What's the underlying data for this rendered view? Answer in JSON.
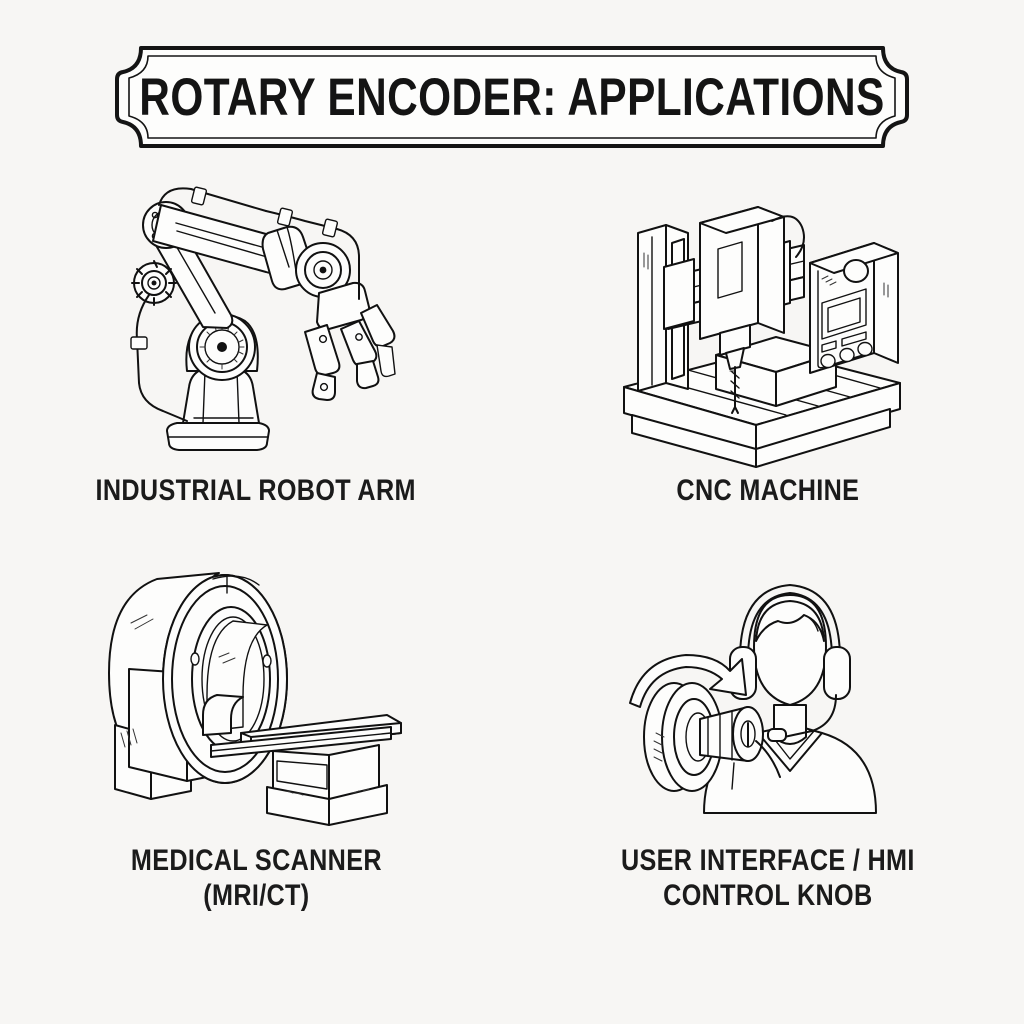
{
  "page": {
    "background_color": "#f7f6f4",
    "ink_color": "#111111",
    "title": "ROTARY ENCODER: APPLICATIONS"
  },
  "banner": {
    "title": "ROTARY ENCODER: APPLICATIONS",
    "style": "notched-corner double-line plaque"
  },
  "items": [
    {
      "id": "industrial-robot-arm",
      "caption_line1": "INDUSTRIAL ROBOT ARM",
      "caption_line2": "",
      "illustration": "industrial-robot-arm-illustration",
      "position": "top-left"
    },
    {
      "id": "cnc-machine",
      "caption_line1": "CNC MACHINE",
      "caption_line2": "",
      "illustration": "cnc-machine-illustration",
      "position": "top-right"
    },
    {
      "id": "medical-scanner",
      "caption_line1": "MEDICAL SCANNER",
      "caption_line2": "(MRI/CT)",
      "illustration": "medical-scanner-illustration",
      "position": "bottom-left"
    },
    {
      "id": "user-interface-hmi",
      "caption_line1": "USER INTERFACE / HMI",
      "caption_line2": "CONTROL KNOB",
      "illustration": "hmi-control-knob-illustration",
      "position": "bottom-right"
    }
  ]
}
